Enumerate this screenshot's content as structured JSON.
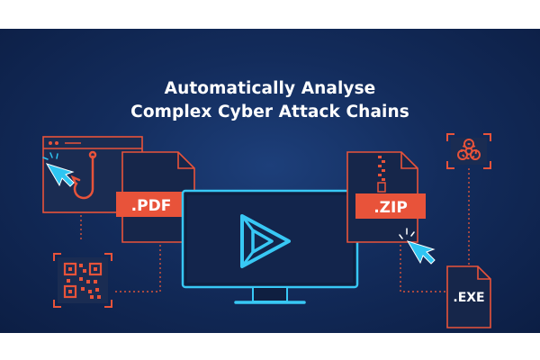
{
  "headline": {
    "line1": "Automatically Analyse",
    "line2": "Complex Cyber Attack Chains"
  },
  "files": {
    "pdf": ".PDF",
    "zip": ".ZIP",
    "exe": ".EXE"
  },
  "icons": {
    "phishing": "fishhook-icon",
    "qr": "qr-code-icon",
    "biohazard": "biohazard-icon",
    "monitor_logo": "play-logo-icon",
    "cursor": "cursor-pointer-icon"
  },
  "colors": {
    "background": "#132c5c",
    "accent_red": "#e8533a",
    "accent_cyan": "#2ec5f2",
    "dark_panel": "#16264a"
  }
}
